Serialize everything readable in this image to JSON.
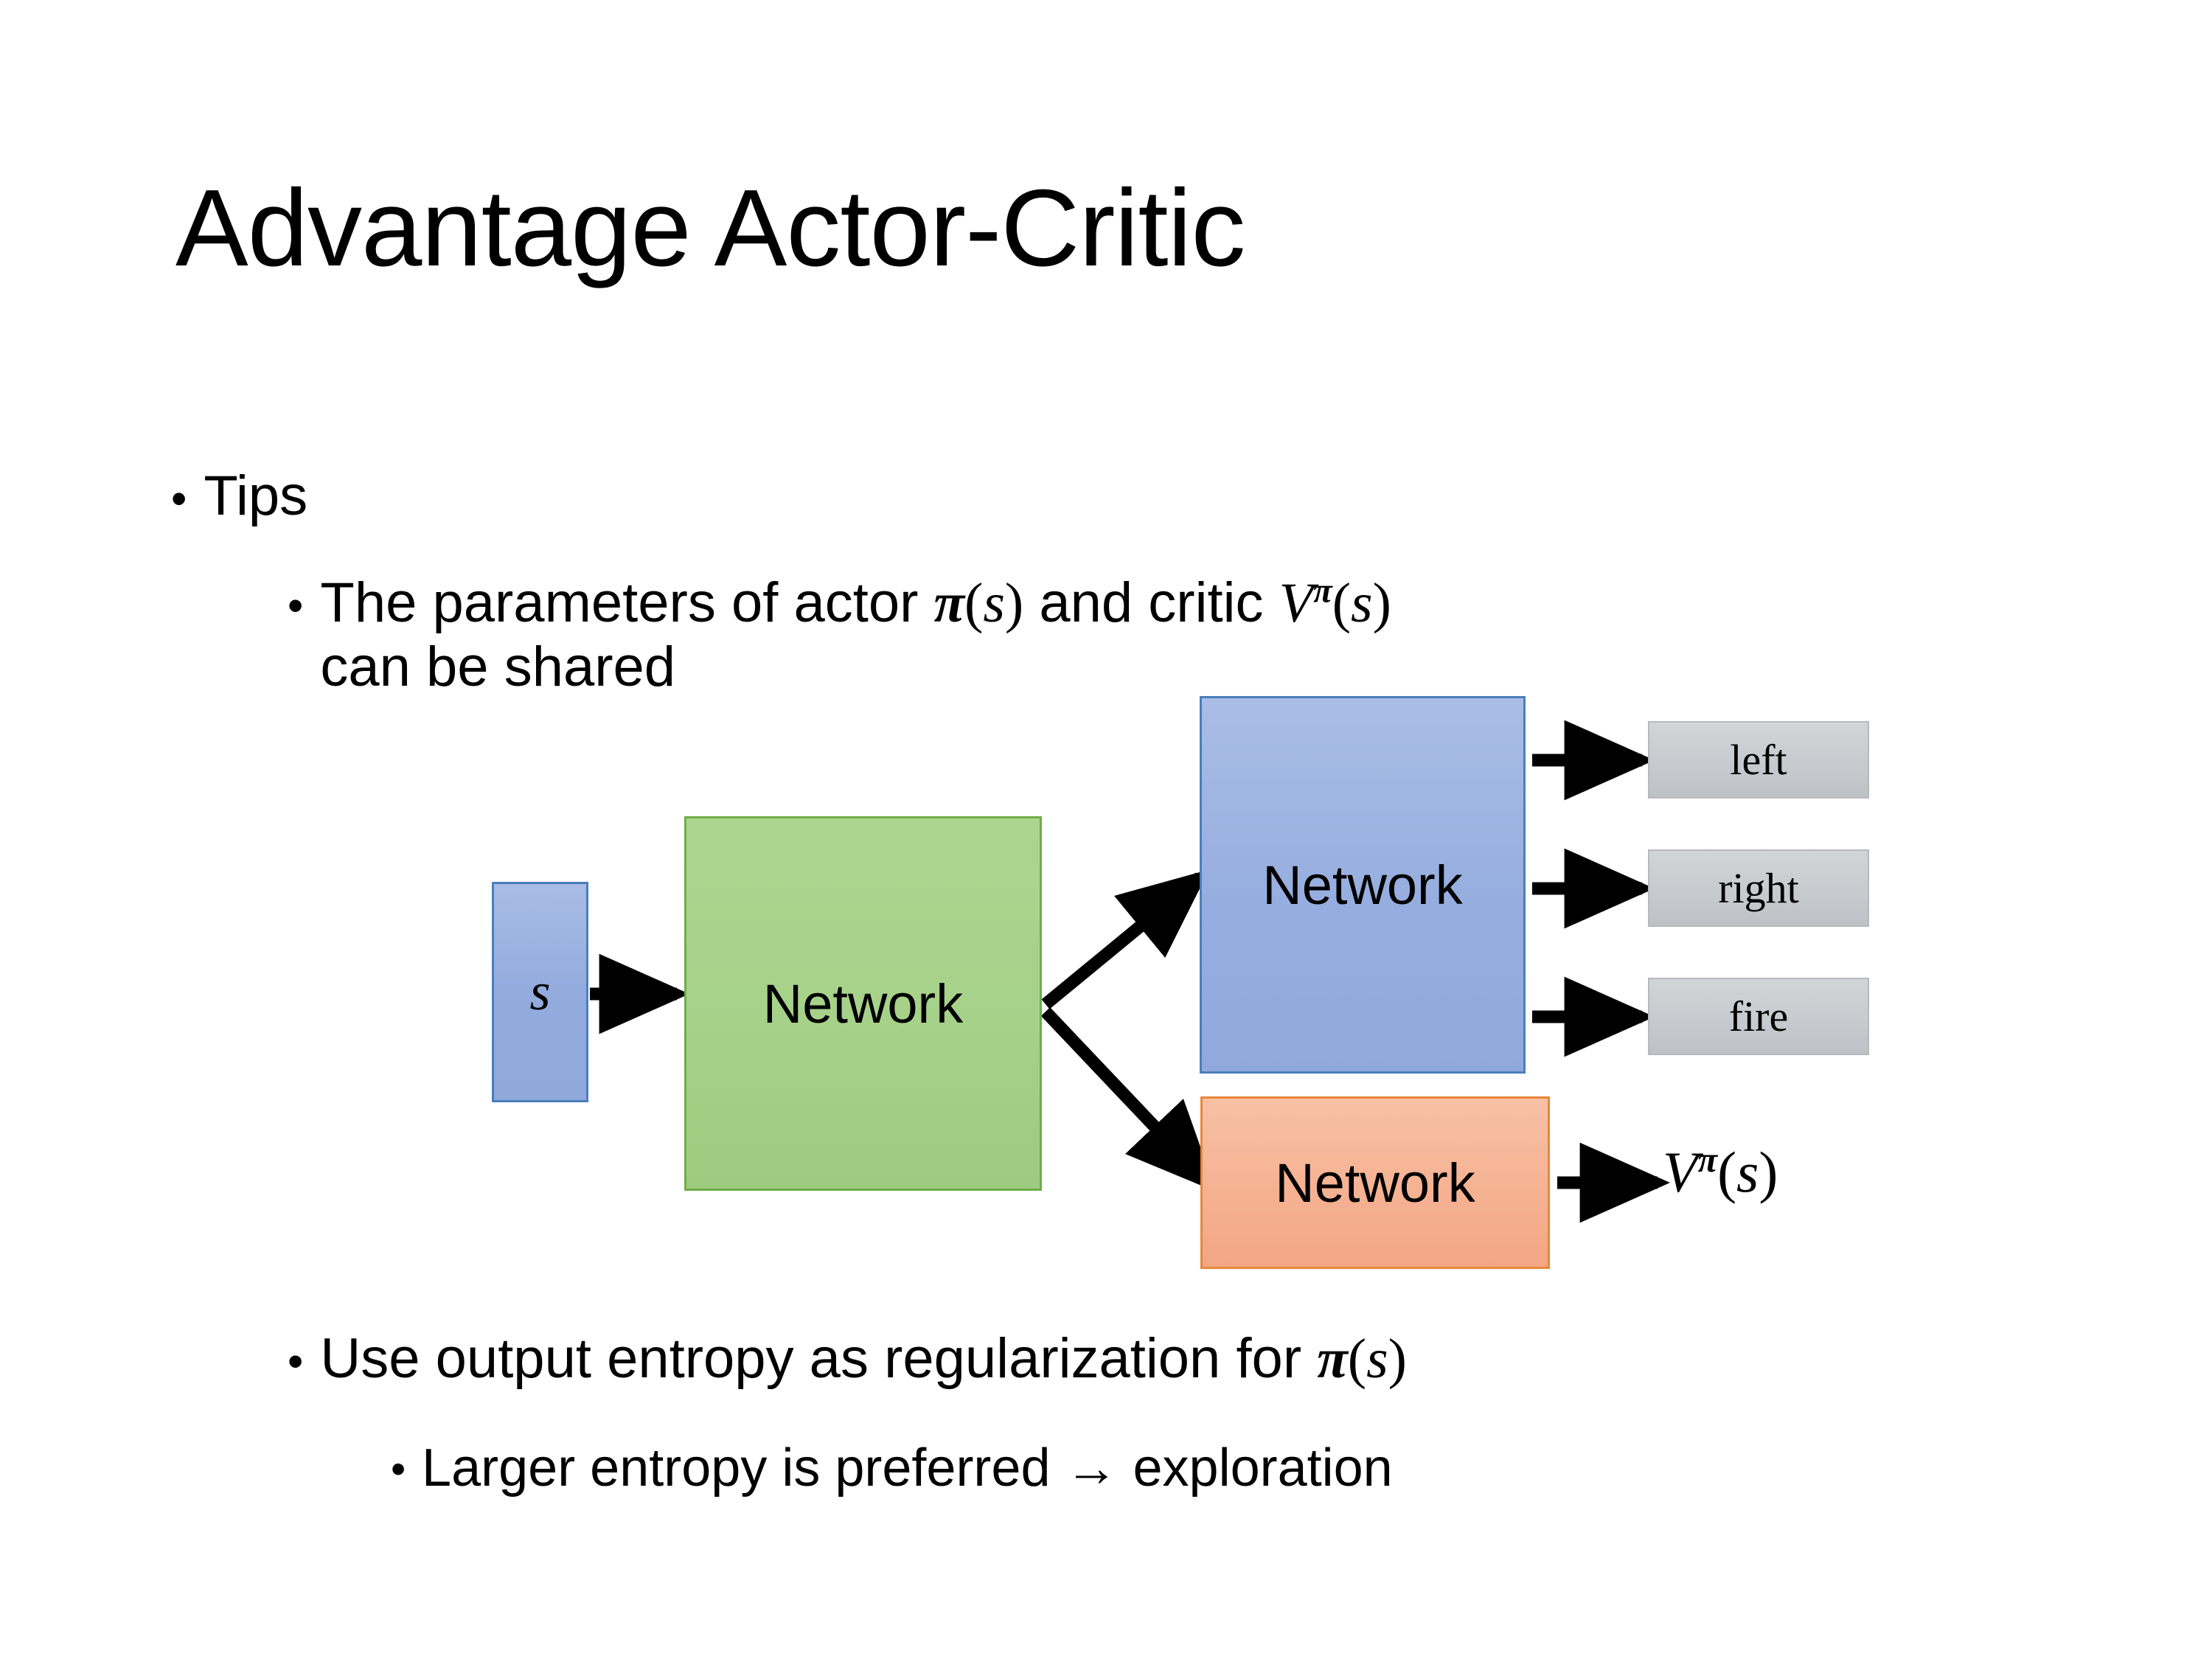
{
  "slide": {
    "title": "Advantage Actor-Critic",
    "background_color": "#ffffff",
    "text_color": "#000000"
  },
  "bullets": {
    "tips": {
      "marker": "•",
      "text": "Tips"
    },
    "shared_params": {
      "marker": "•",
      "line1_prefix": "The parameters of actor ",
      "math_actor": "π(s)",
      "line1_mid": "  and critic ",
      "math_critic": "Vπ(s)",
      "line2": "can be shared"
    },
    "entropy": {
      "marker": "•",
      "prefix": "Use output entropy as regularization for ",
      "math": "π(s)"
    },
    "exploration": {
      "marker": "•",
      "text": "Larger entropy is preferred → exploration"
    }
  },
  "diagram": {
    "state_node": {
      "label": "s",
      "fill": "#96aedf",
      "border": "#4a7ebb"
    },
    "shared_network": {
      "label": "Network",
      "fill": "#a6d189",
      "border": "#70ad47"
    },
    "actor_network": {
      "label": "Network",
      "fill": "#96aedf",
      "border": "#4a7ebb"
    },
    "critic_network": {
      "label": "Network",
      "fill": "#f5b293",
      "border": "#e8873a"
    },
    "action_outputs": [
      {
        "label": "left",
        "fill": "#c7cace"
      },
      {
        "label": "right",
        "fill": "#c7cace"
      },
      {
        "label": "fire",
        "fill": "#c7cace"
      }
    ],
    "critic_output": {
      "base": "V",
      "superscript": "π",
      "argument": "(s)"
    },
    "arrow_color": "#000000"
  },
  "math_glyphs": {
    "pi": "π",
    "s": "s",
    "V": "V",
    "open_paren": "(",
    "close_paren": ")",
    "right_arrow": "→"
  }
}
